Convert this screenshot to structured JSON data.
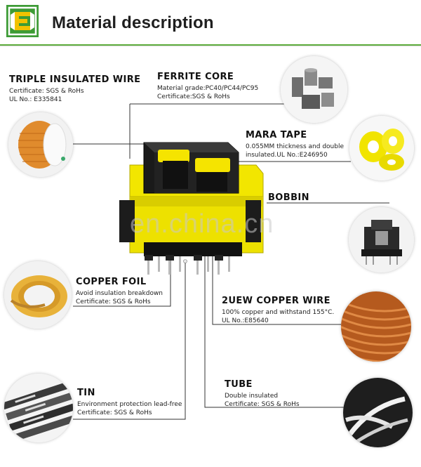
{
  "header": {
    "title": "Material description"
  },
  "watermark": "en.china.cn",
  "materials": {
    "triple_wire": {
      "title": "TRIPLE INSULATED WIRE",
      "line1": "Certificate:  SGS & RoHs",
      "line2": "UL No.:  E335841"
    },
    "ferrite_core": {
      "title": "FERRITE CORE",
      "line1": "Material grade:PC40/PC44/PC95",
      "line2": "Certificate:SGS & RoHs"
    },
    "mara_tape": {
      "title": "MARA TAPE",
      "line1": "0.055MM thickness and double",
      "line2": "insulated.UL No.:E246950"
    },
    "bobbin": {
      "title": "BOBBIN"
    },
    "copper_foil": {
      "title": "COPPER FOIL",
      "line1": "Avoid insulation breakdown",
      "line2": "Certificate:  SGS & RoHs"
    },
    "copper_wire": {
      "title": "2UEW COPPER WIRE",
      "line1": "100% copper and withstand 155°C.",
      "line2": "UL No.:E85640"
    },
    "tin": {
      "title": "TIN",
      "line1": "Environment protection lead-free",
      "line2": "Certificate:  SGS & RoHs"
    },
    "tube": {
      "title": "TUBE",
      "line1": "Double insulated",
      "line2": "Certificate:  SGS & RoHs"
    }
  },
  "colors": {
    "brand_green": "#3d9b35",
    "bobbin_yellow": "#f2e600",
    "copper": "#c5702a"
  }
}
